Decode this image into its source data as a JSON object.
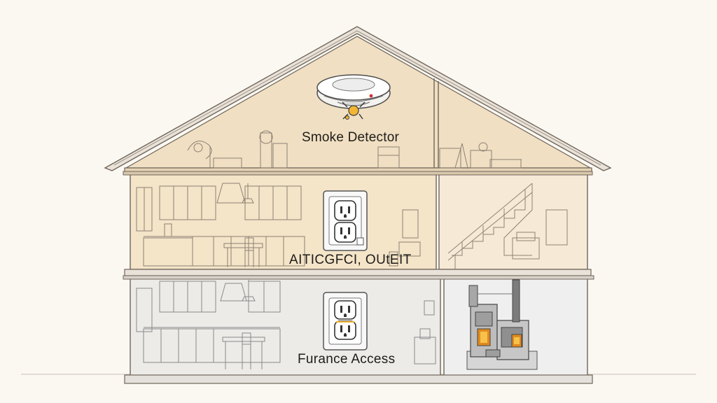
{
  "labels": {
    "smoke_detector": "Smoke Detector",
    "gfci_outlet": "AITICGFCI, OUtEIT",
    "furnace_access": "Furance Access"
  },
  "colors": {
    "attic_fill": "#f0dfc2",
    "main_floor_fill": "#f4e4c8",
    "basement_fill": "#ecebe8",
    "wall_line": "#6f655b",
    "background": "#fbf8f2",
    "accent_yellow": "#f2b632"
  },
  "icons": [
    "smoke-detector-icon",
    "gfci-outlet-icon",
    "basement-outlet-icon",
    "furnace-icon",
    "staircase-icon"
  ]
}
